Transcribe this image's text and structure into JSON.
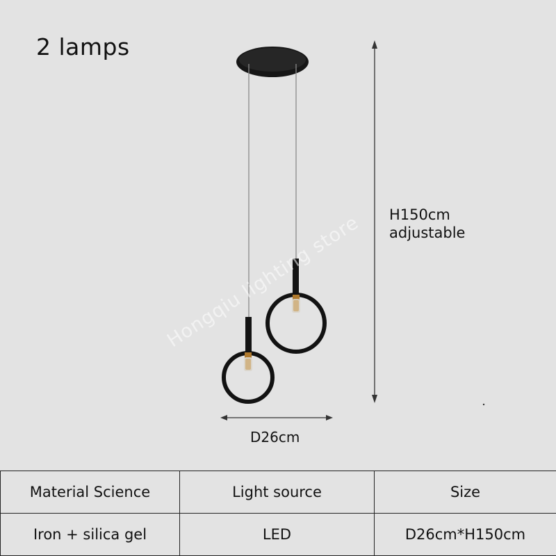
{
  "title": "2 lamps",
  "dimensions": {
    "height_line1": "H150cm",
    "height_line2": "adjustable",
    "diameter": "D26cm"
  },
  "watermark": "Hongqiu lighting store",
  "specs": {
    "headers": [
      "Material Science",
      "Light source",
      "Size"
    ],
    "values": [
      "Iron + silica gel",
      "LED",
      "D26cm*H150cm"
    ]
  },
  "colors": {
    "background": "#e3e3e3",
    "ring": "#111111",
    "bulb": "#c8913f"
  }
}
